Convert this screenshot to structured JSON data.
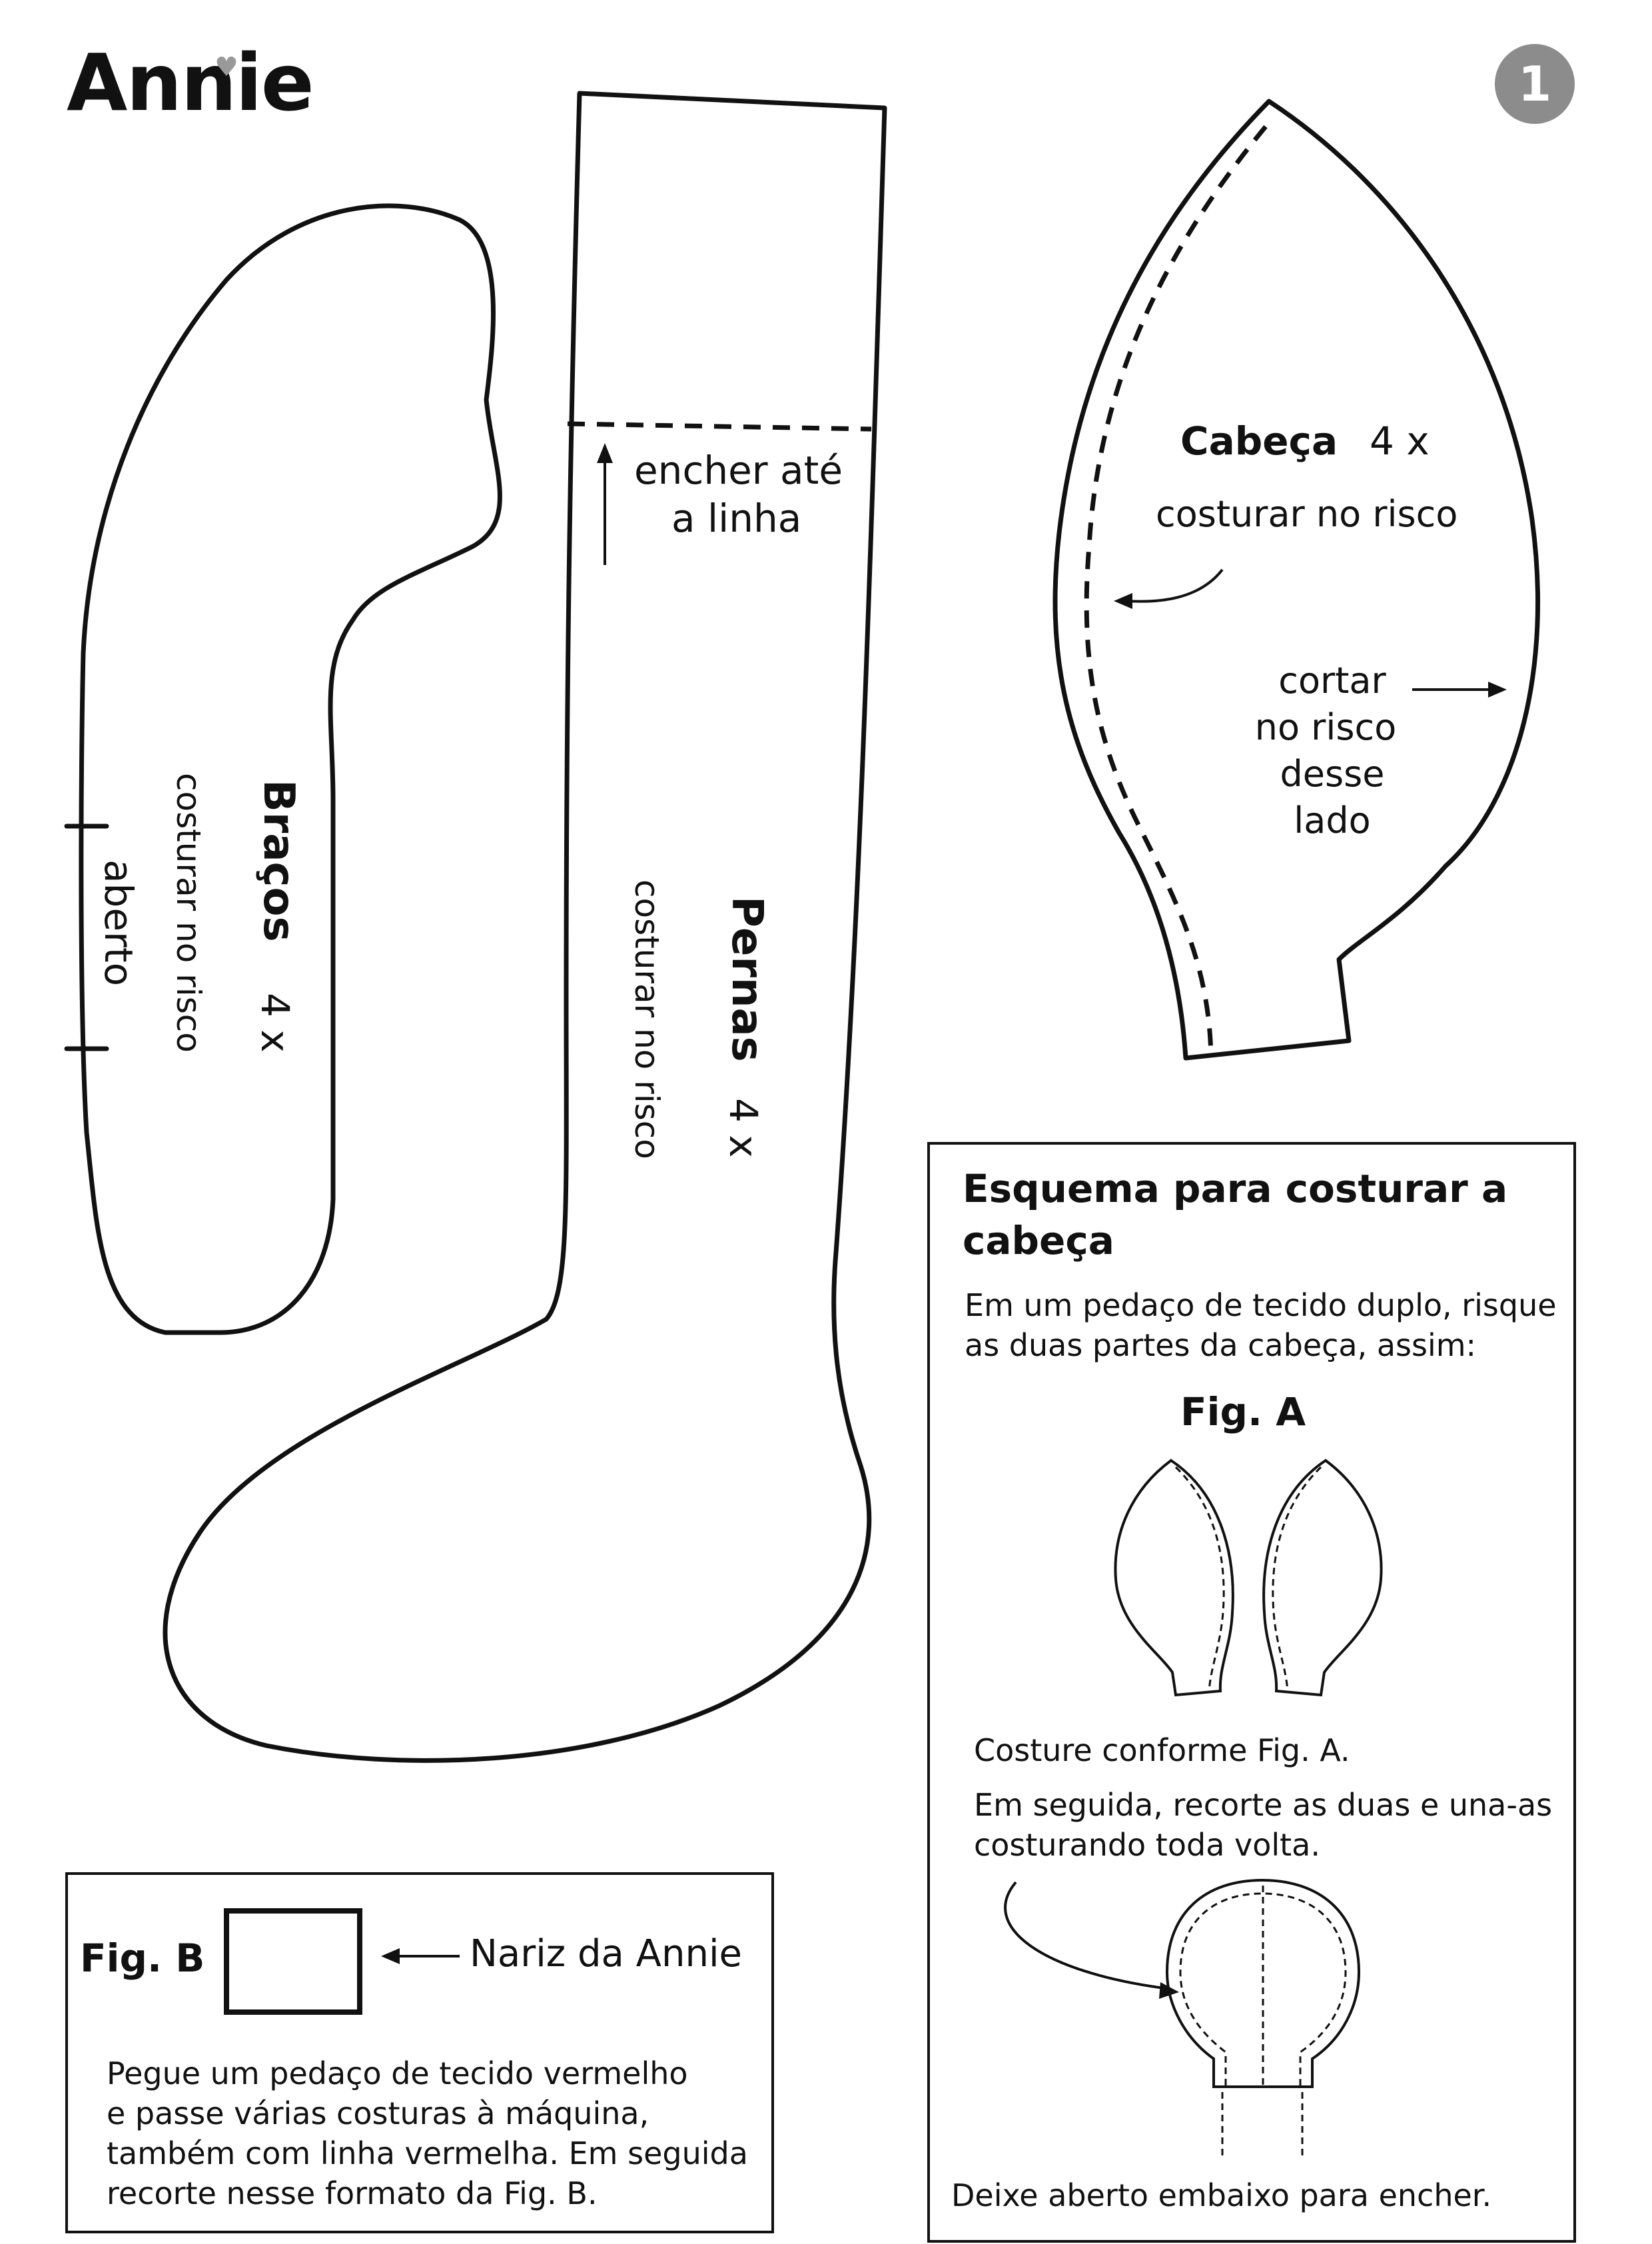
{
  "header": {
    "title": "Annie",
    "page_number": "1"
  },
  "pieces": {
    "arms": {
      "name": "Braços",
      "count": "4 x",
      "sew": "costurar no risco",
      "open": "aberto"
    },
    "legs": {
      "name": "Pernas",
      "count": "4 x",
      "sew": "costurar no risco",
      "fill_line": [
        "encher até",
        "a linha"
      ]
    },
    "head": {
      "name": "Cabeça",
      "count": "4 x",
      "sew": "costurar no risco",
      "cut": [
        "cortar",
        "no risco",
        "desse",
        "lado"
      ]
    }
  },
  "fig_b": {
    "label": "Fig. B",
    "nose_label": "Nariz da Annie",
    "instructions": [
      "Pegue um pedaço de tecido vermelho",
      "e passe várias costuras à máquina,",
      "também com linha vermelha. Em seguida",
      "recorte nesse formato da Fig. B."
    ]
  },
  "head_scheme": {
    "title_lines": [
      "Esquema para costurar a",
      "cabeça"
    ],
    "intro": [
      "Em  um pedaço de tecido duplo, risque",
      "as duas partes da cabeça, assim:"
    ],
    "fig_a_label": "Fig. A",
    "step1": "Costure conforme Fig. A.",
    "step2": [
      "Em seguida, recorte as duas e una-as",
      "costurando toda volta."
    ],
    "footer": "Deixe aberto embaixo para encher."
  }
}
